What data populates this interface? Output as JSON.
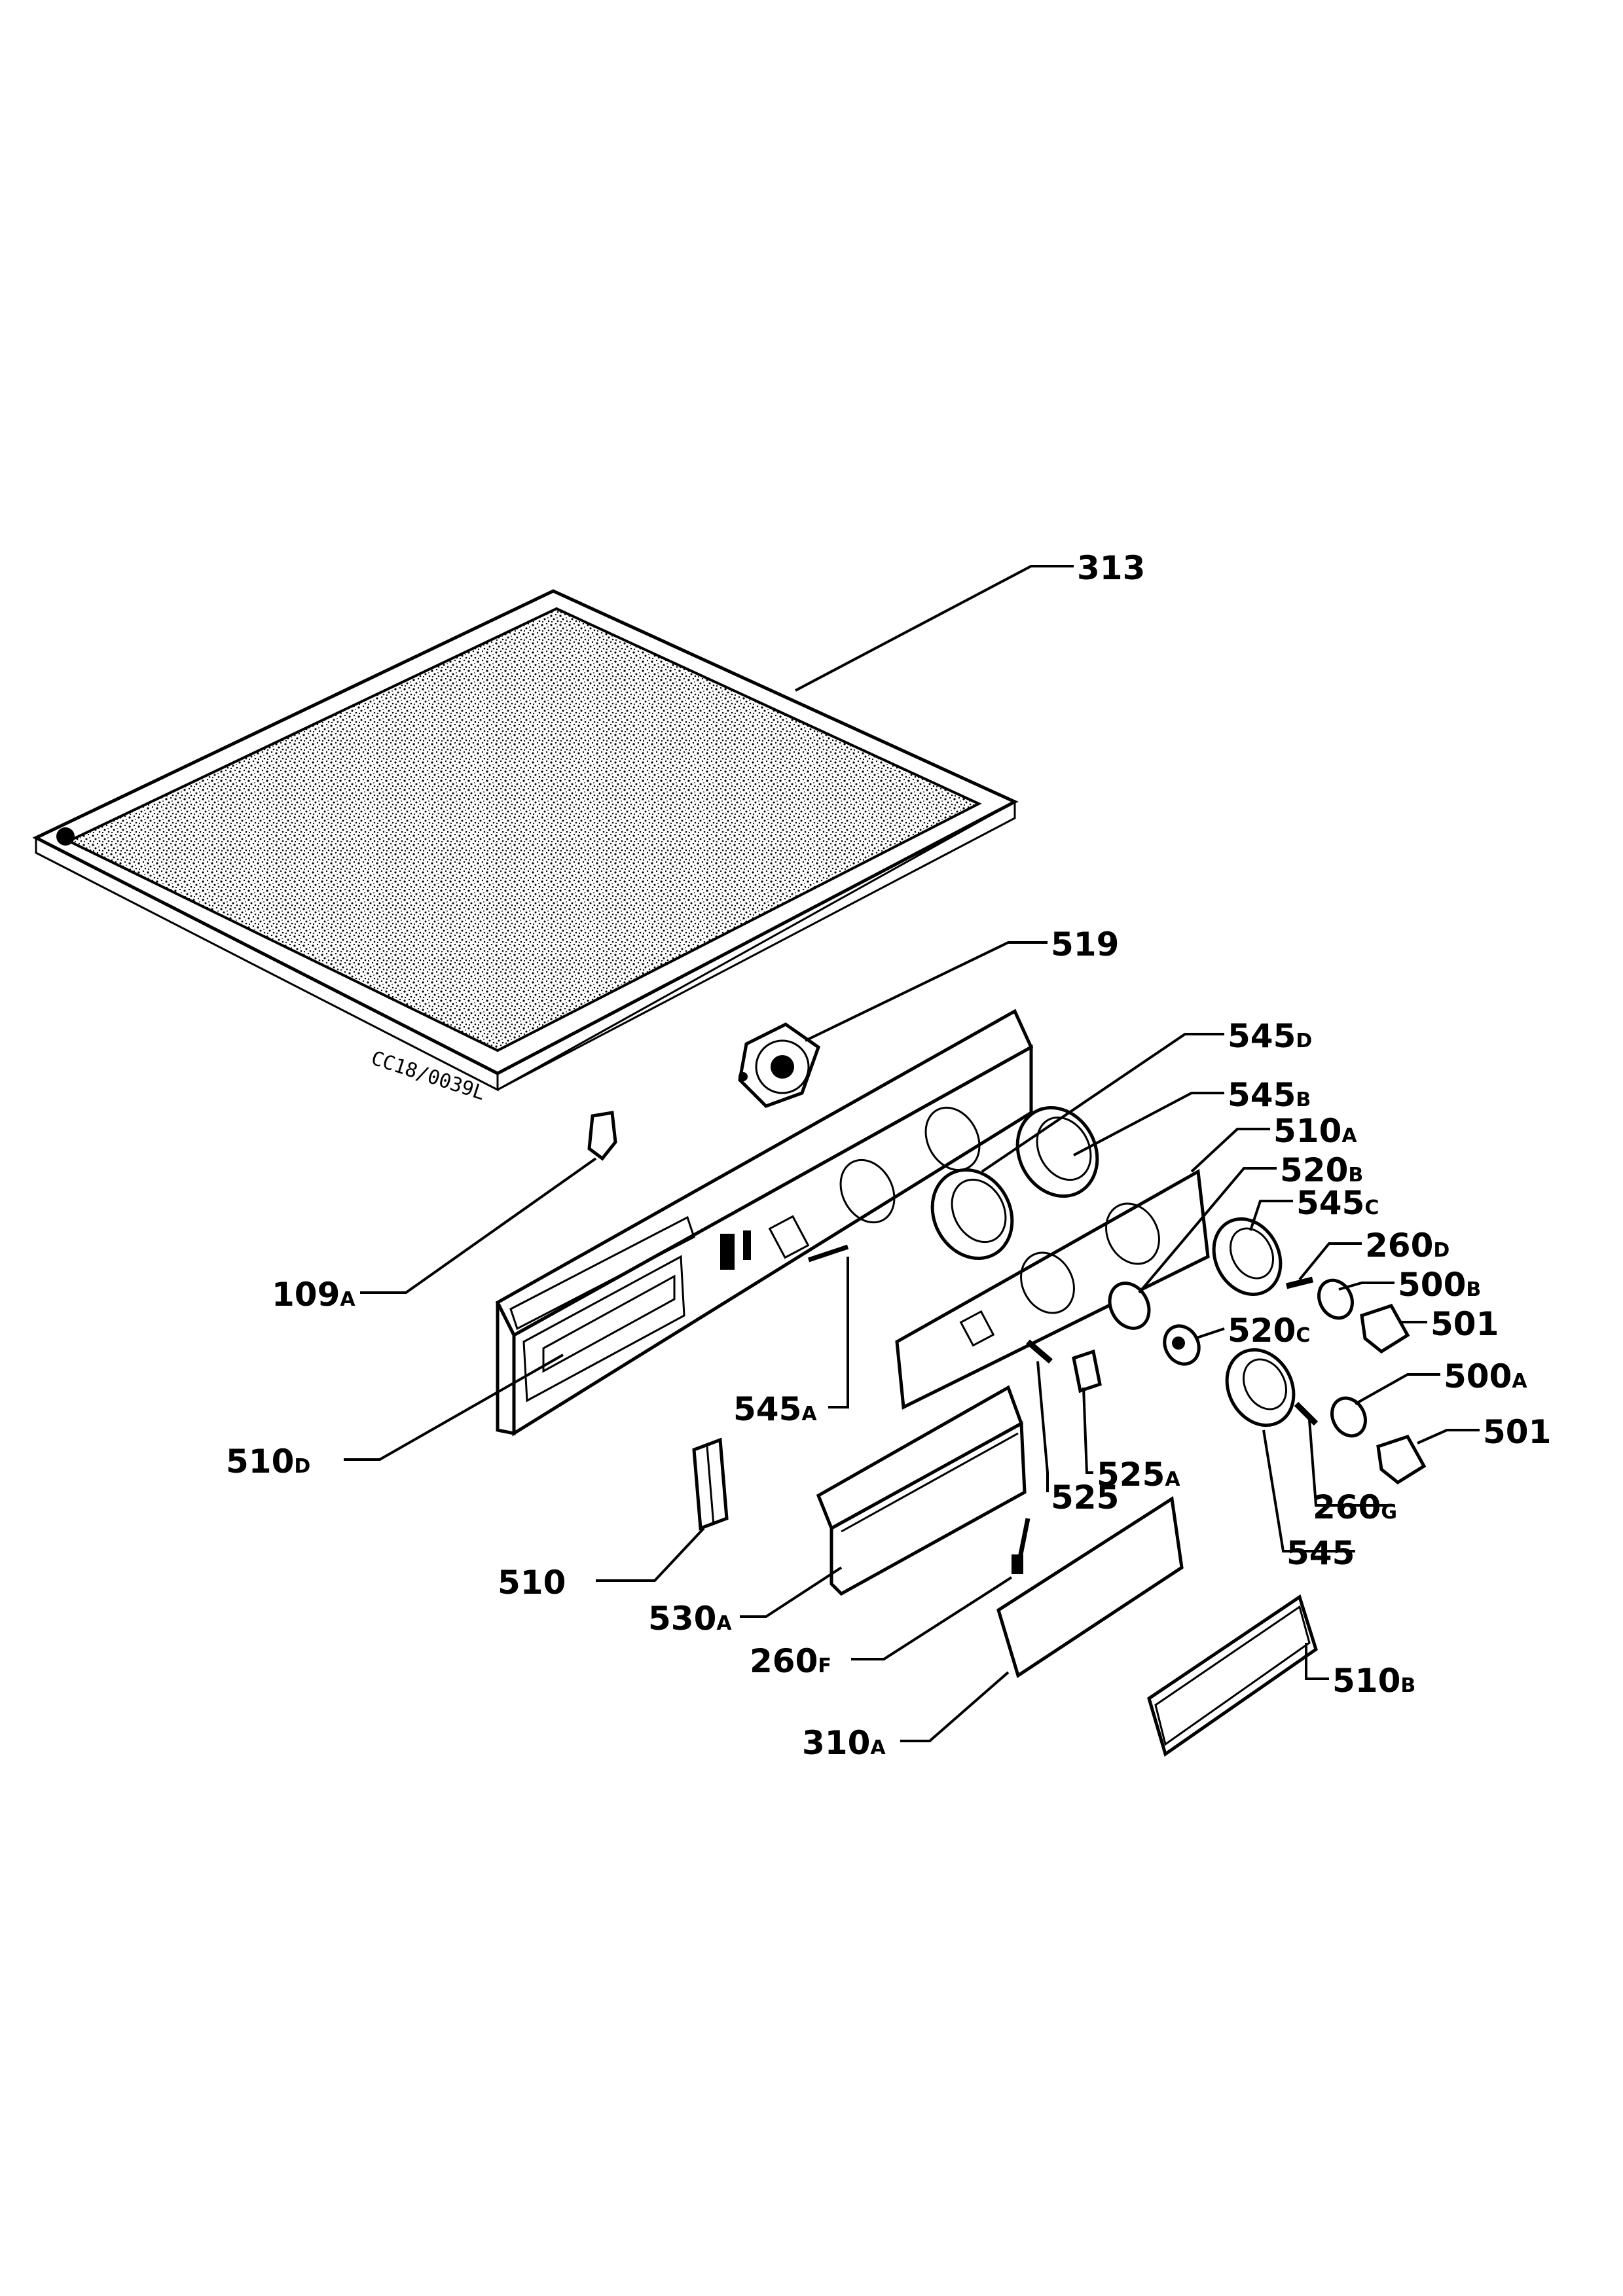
{
  "drawing_code": "CC18/0039L",
  "callouts": [
    {
      "id": "313",
      "num": "313",
      "suffix": ""
    },
    {
      "id": "519",
      "num": "519",
      "suffix": ""
    },
    {
      "id": "545D",
      "num": "545",
      "suffix": "D"
    },
    {
      "id": "545B",
      "num": "545",
      "suffix": "B"
    },
    {
      "id": "510A",
      "num": "510",
      "suffix": "A"
    },
    {
      "id": "520B",
      "num": "520",
      "suffix": "B"
    },
    {
      "id": "545C",
      "num": "545",
      "suffix": "C"
    },
    {
      "id": "260D",
      "num": "260",
      "suffix": "D"
    },
    {
      "id": "500B",
      "num": "500",
      "suffix": "B"
    },
    {
      "id": "501a",
      "num": "501",
      "suffix": ""
    },
    {
      "id": "520C",
      "num": "520",
      "suffix": "C"
    },
    {
      "id": "500A",
      "num": "500",
      "suffix": "A"
    },
    {
      "id": "501b",
      "num": "501",
      "suffix": ""
    },
    {
      "id": "109A",
      "num": "109",
      "suffix": "A"
    },
    {
      "id": "545A",
      "num": "545",
      "suffix": "A"
    },
    {
      "id": "525A",
      "num": "525",
      "suffix": "A"
    },
    {
      "id": "525",
      "num": "525",
      "suffix": ""
    },
    {
      "id": "260G",
      "num": "260",
      "suffix": "G"
    },
    {
      "id": "510D",
      "num": "510",
      "suffix": "D"
    },
    {
      "id": "545",
      "num": "545",
      "suffix": ""
    },
    {
      "id": "510",
      "num": "510",
      "suffix": ""
    },
    {
      "id": "530A",
      "num": "530",
      "suffix": "A"
    },
    {
      "id": "260F",
      "num": "260",
      "suffix": "F"
    },
    {
      "id": "510B",
      "num": "510",
      "suffix": "B"
    },
    {
      "id": "310A",
      "num": "310",
      "suffix": "A"
    }
  ]
}
